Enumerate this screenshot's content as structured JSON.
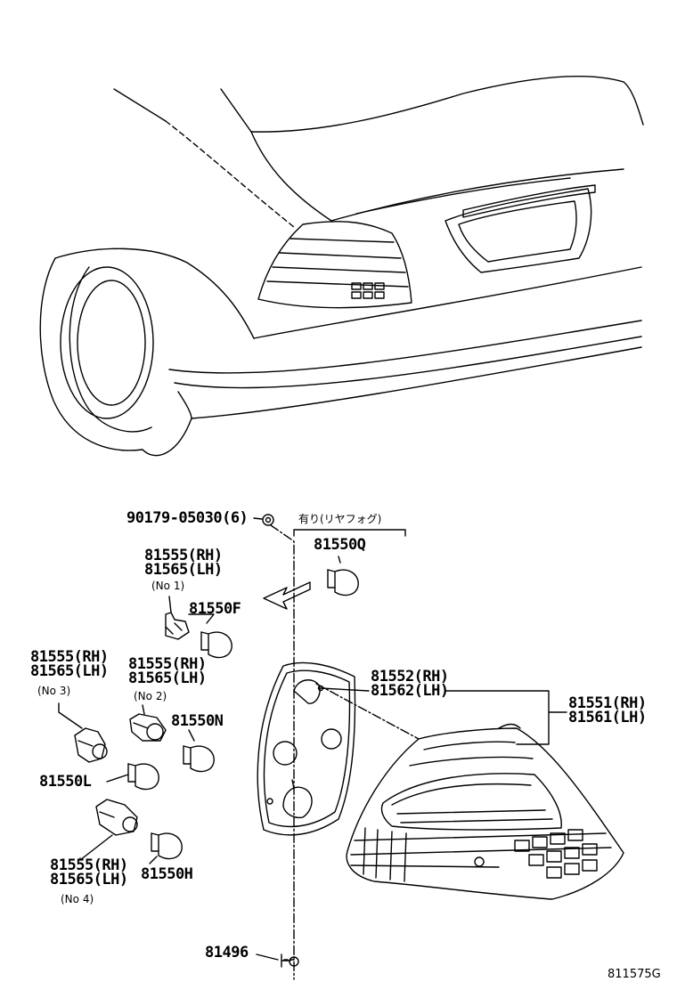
{
  "labels": {
    "screw_part": "90179-05030(6)",
    "fog_note": "有り(リヤフォグ)",
    "bulb_q": "81550Q",
    "socket1_rh": "81555(RH)",
    "socket1_lh": "81565(LH)",
    "socket1_no": "(No 1)",
    "bulb_f": "81550F",
    "socket3_rh": "81555(RH)",
    "socket3_lh": "81565(LH)",
    "socket3_no": "(No 3)",
    "socket2_rh": "81555(RH)",
    "socket2_lh": "81565(LH)",
    "socket2_no": "(No 2)",
    "bulb_n": "81550N",
    "gasket_rh": "81552(RH)",
    "gasket_lh": "81562(LH)",
    "lamp_rh": "81551(RH)",
    "lamp_lh": "81561(LH)",
    "bulb_l": "81550L",
    "socket4_rh": "81555(RH)",
    "socket4_lh": "81565(LH)",
    "socket4_no": "(No 4)",
    "bulb_h": "81550H",
    "clip_part": "81496",
    "diagram_code": "811575G"
  }
}
